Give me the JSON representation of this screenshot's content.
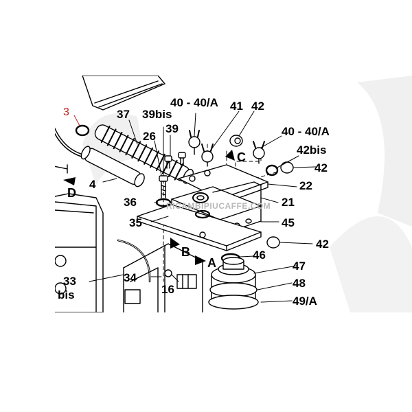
{
  "diagram": {
    "callouts": [
      {
        "id": "c3",
        "text": "3"
      },
      {
        "id": "c37",
        "text": "37"
      },
      {
        "id": "c39bis",
        "text": "39bis"
      },
      {
        "id": "c40a",
        "text": "40 - 40/A"
      },
      {
        "id": "c41",
        "text": "41"
      },
      {
        "id": "c42a",
        "text": "42"
      },
      {
        "id": "c26",
        "text": "26"
      },
      {
        "id": "c39",
        "text": "39"
      },
      {
        "id": "c40b",
        "text": "40 - 40/A"
      },
      {
        "id": "c42bis",
        "text": "42bis"
      },
      {
        "id": "c42b",
        "text": "42"
      },
      {
        "id": "c4",
        "text": "4"
      },
      {
        "id": "c22",
        "text": "22"
      },
      {
        "id": "c36",
        "text": "36"
      },
      {
        "id": "c21",
        "text": "21"
      },
      {
        "id": "c35",
        "text": "35"
      },
      {
        "id": "c45",
        "text": "45"
      },
      {
        "id": "c42c",
        "text": "42"
      },
      {
        "id": "c46",
        "text": "46"
      },
      {
        "id": "c47",
        "text": "47"
      },
      {
        "id": "c33",
        "text": "33"
      },
      {
        "id": "c34",
        "text": "34"
      },
      {
        "id": "c48",
        "text": "48"
      },
      {
        "id": "cbis",
        "text": "bis"
      },
      {
        "id": "c16",
        "text": "16"
      },
      {
        "id": "c49a",
        "text": "49/A"
      }
    ],
    "views": [
      {
        "id": "vC",
        "text": "C"
      },
      {
        "id": "vD",
        "text": "D"
      },
      {
        "id": "vB",
        "text": "B"
      },
      {
        "id": "vA",
        "text": "A"
      }
    ],
    "watermark": "RICAMBIPIUCAFFE.COM",
    "colors": {
      "line": "#000000",
      "highlight": "#c0201a",
      "watermark": "#b9b9b9"
    }
  }
}
